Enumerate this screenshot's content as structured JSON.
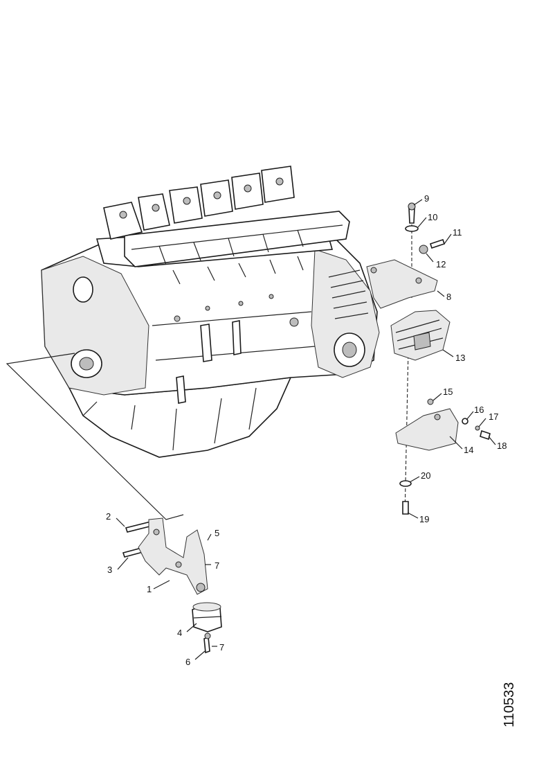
{
  "reference_number": "110533",
  "callouts": [
    {
      "id": "1",
      "text": "1"
    },
    {
      "id": "2",
      "text": "2"
    },
    {
      "id": "3",
      "text": "3"
    },
    {
      "id": "4",
      "text": "4"
    },
    {
      "id": "5",
      "text": "5"
    },
    {
      "id": "6",
      "text": "6"
    },
    {
      "id": "7a",
      "text": "7"
    },
    {
      "id": "7b",
      "text": "7"
    },
    {
      "id": "8",
      "text": "8"
    },
    {
      "id": "9",
      "text": "9"
    },
    {
      "id": "10",
      "text": "10"
    },
    {
      "id": "11",
      "text": "11"
    },
    {
      "id": "12",
      "text": "12"
    },
    {
      "id": "13",
      "text": "13"
    },
    {
      "id": "14",
      "text": "14"
    },
    {
      "id": "15",
      "text": "15"
    },
    {
      "id": "16",
      "text": "16"
    },
    {
      "id": "17",
      "text": "17"
    },
    {
      "id": "18",
      "text": "18"
    },
    {
      "id": "19",
      "text": "19"
    },
    {
      "id": "20",
      "text": "20"
    }
  ]
}
